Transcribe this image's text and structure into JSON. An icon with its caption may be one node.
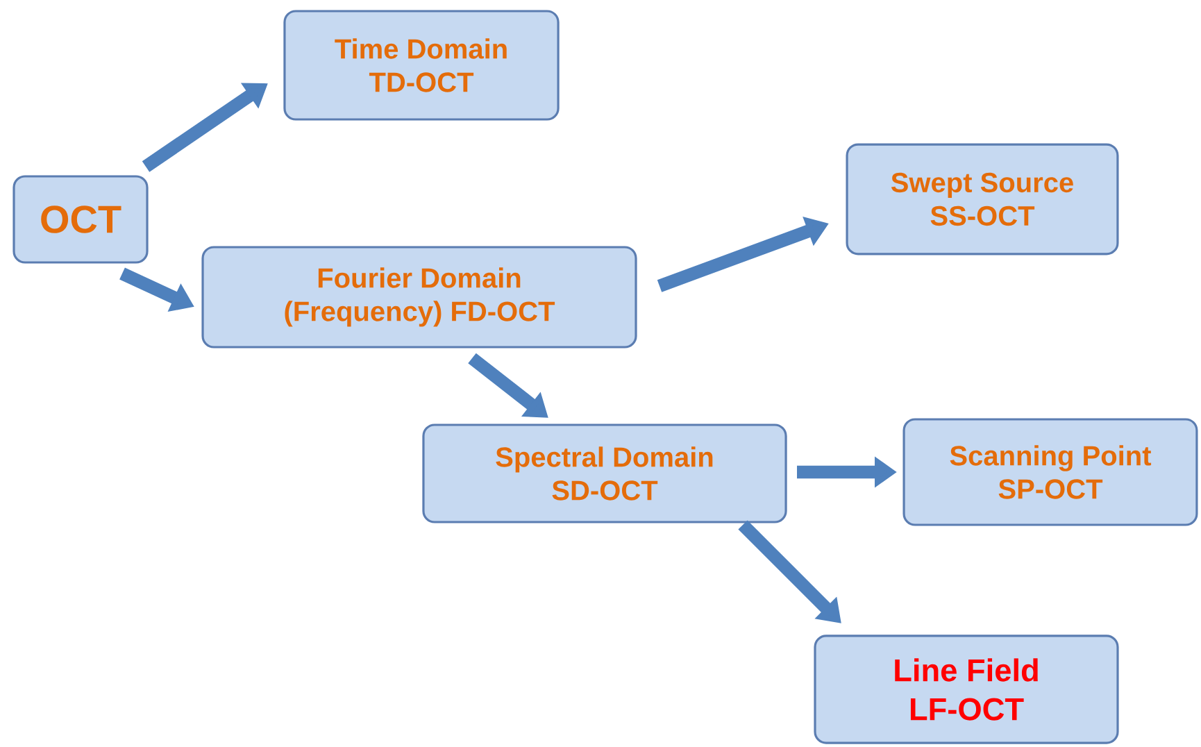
{
  "diagram": {
    "nodes": [
      {
        "text": [
          "OCT"
        ]
      },
      {
        "text": [
          "Time Domain",
          "TD-OCT"
        ]
      },
      {
        "text": [
          "Fourier Domain",
          "(Frequency)  FD-OCT"
        ]
      },
      {
        "text": [
          "Swept Source",
          "SS-OCT"
        ]
      },
      {
        "text": [
          "Spectral Domain",
          "SD-OCT"
        ]
      },
      {
        "text": [
          "Scanning Point",
          "SP-OCT"
        ]
      },
      {
        "text": [
          "Line Field",
          "LF-OCT"
        ]
      }
    ],
    "edges": [
      {
        "from": 0,
        "to": 1,
        "arrow": "to"
      },
      {
        "from": 0,
        "to": 2,
        "arrow": "to"
      },
      {
        "from": 2,
        "to": 3,
        "arrow": "to"
      },
      {
        "from": 2,
        "to": 4,
        "arrow": "to"
      },
      {
        "from": 4,
        "to": 5,
        "arrow": "to"
      },
      {
        "from": 4,
        "to": 6,
        "arrow": "to"
      }
    ]
  }
}
